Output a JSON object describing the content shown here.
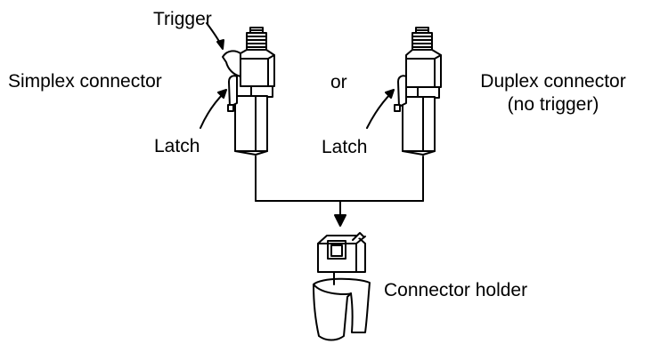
{
  "labels": {
    "trigger": "Trigger",
    "simplex": "Simplex connector",
    "latch_left": "Latch",
    "or": "or",
    "latch_right": "Latch",
    "duplex_line1": "Duplex connector",
    "duplex_line2": "(no trigger)",
    "holder": "Connector holder"
  }
}
